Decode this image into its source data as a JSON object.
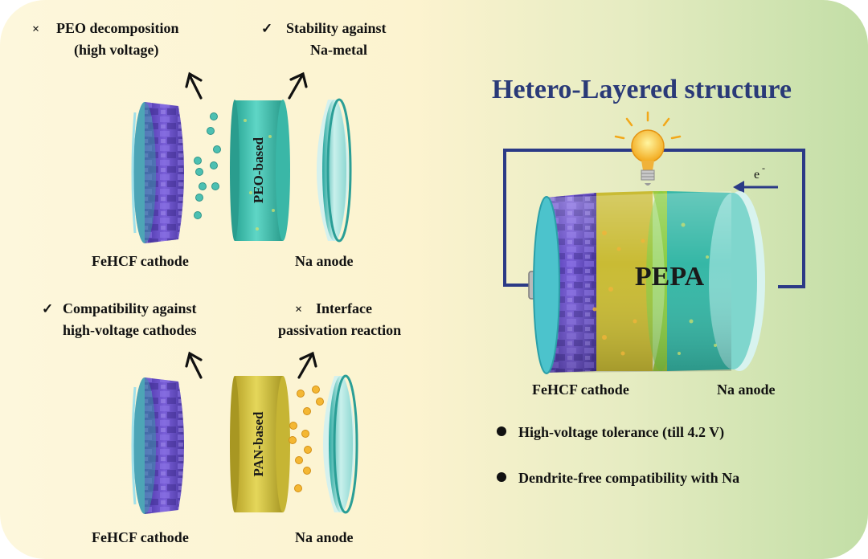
{
  "top_panel": {
    "left_note": {
      "mark": "×",
      "line1": "PEO decomposition",
      "line2": "(high voltage)"
    },
    "right_note": {
      "mark": "✓",
      "line1": "Stability against",
      "line2": "Na-metal"
    },
    "electrolyte_label": "PEO-based",
    "cathode_label": "FeHCF cathode",
    "anode_label": "Na anode"
  },
  "bottom_panel": {
    "left_note": {
      "mark": "✓",
      "line1": "Compatibility against",
      "line2": "high-voltage cathodes"
    },
    "right_note": {
      "mark": "×",
      "line1": "Interface",
      "line2": "passivation reaction"
    },
    "electrolyte_label": "PAN-based",
    "cathode_label": "FeHCF cathode",
    "anode_label": "Na anode"
  },
  "right_panel": {
    "title": "Hetero-Layered structure",
    "cell_label": "PEPA",
    "electron_label": "e",
    "electron_sup": "-",
    "cathode_label": "FeHCF cathode",
    "anode_label": "Na anode",
    "bullets": [
      "High-voltage tolerance (till 4.2 V)",
      "Dendrite-free compatibility with Na"
    ]
  },
  "colors": {
    "cathode": "#6a4fc4",
    "peo": "#3cc0b0",
    "pan": "#c9bc3a",
    "anode": "#bfe8e4",
    "wire": "#2b3a86",
    "title": "#2a3a78"
  },
  "icons": [
    "lightbulb-icon",
    "arrow-left-icon",
    "arrow-up-icon"
  ]
}
